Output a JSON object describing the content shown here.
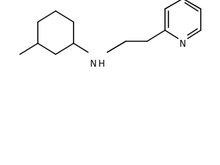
{
  "molecule": {
    "atoms": {
      "amine_nitrogen": "N",
      "amine_hydrogen": "H",
      "pyridine_nitrogen": "N"
    }
  }
}
